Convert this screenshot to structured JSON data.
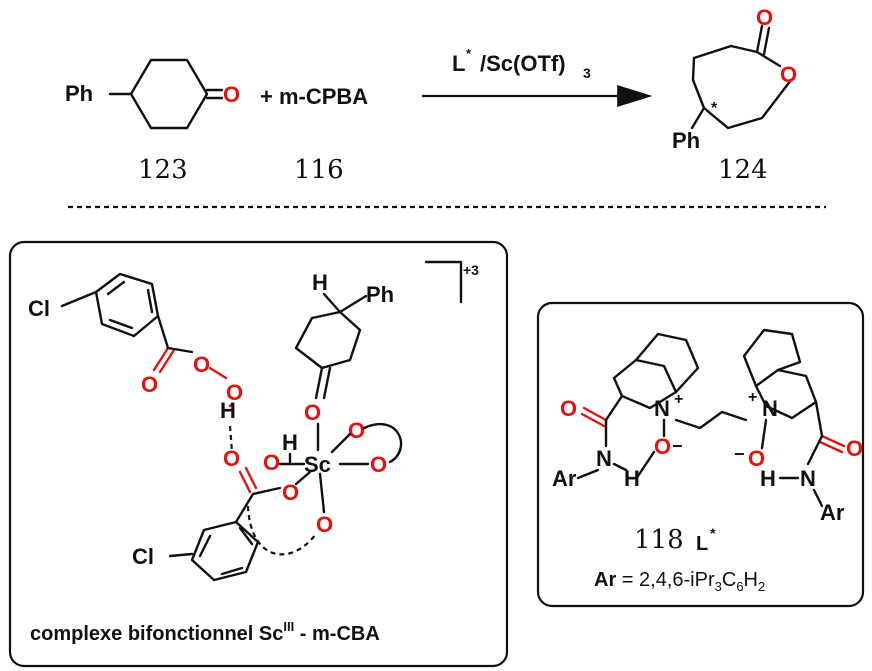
{
  "reaction": {
    "reactant_ph": "Ph",
    "reactant_o": "O",
    "plus_reagent": "+ m-CPBA",
    "catalyst_l": "L",
    "catalyst_star": "*",
    "catalyst_sc": "/Sc(OTf)",
    "catalyst_sub": "3",
    "product_o1": "O",
    "product_o2": "O",
    "product_ph": "Ph",
    "product_star": "*",
    "label_reactant": "123",
    "label_reagent": "116",
    "label_product": "124"
  },
  "complex_box": {
    "cl_top": "Cl",
    "cl_bottom": "Cl",
    "h_top": "H",
    "ph": "Ph",
    "h_mid": "H",
    "sc": "Sc",
    "charge": "+3",
    "o_labels": [
      "O",
      "O",
      "O",
      "O",
      "O",
      "O",
      "O",
      "O",
      "O",
      "O"
    ],
    "caption_prefix": "complexe bifonctionnel Sc",
    "caption_sup": "III",
    "caption_suffix": " - m-CBA"
  },
  "ligand_box": {
    "o_left": "O",
    "o_right": "O",
    "n_left": "N",
    "n_right": "N",
    "ar_left": "Ar",
    "ar_right": "Ar",
    "h_left": "H",
    "h_right": "H",
    "n_plus": "+",
    "o_minus": "−",
    "label": "118",
    "l_symbol": "L",
    "l_star": "*",
    "ar_def_bold": "Ar",
    "ar_def_text": " = 2,4,6-iPr",
    "ar_def_sub1": "3",
    "ar_def_c": "C",
    "ar_def_sub2": "6",
    "ar_def_h": "H",
    "ar_def_sub3": "2"
  }
}
